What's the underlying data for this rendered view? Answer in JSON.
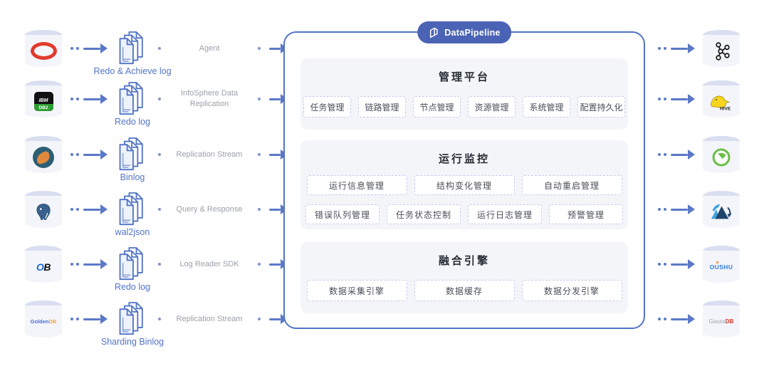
{
  "brand": {
    "name": "DataPipeline"
  },
  "colors": {
    "arrow_blue": "#5b79c7",
    "outline_blue": "#5274c5",
    "pill_blue": "#4a63b4",
    "panel_bg": "#f4f5f9",
    "chip_border": "#c3cbec",
    "doc_label_blue": "#5274c5",
    "channel_gray": "#9aa0ab",
    "cylinder_top": "#d9def0",
    "cylinder_body": "#f4f5fa"
  },
  "sources": [
    {
      "icon": "oracle-icon",
      "log": "Redo & Achieve log",
      "channel": "Agent"
    },
    {
      "icon": "ibm-db2-icon",
      "logo_text": {
        "line1": "IBM",
        "line2": "DB2"
      },
      "log": "Redo log",
      "channel": "InfoSphere Data Replication"
    },
    {
      "icon": "mysql-icon",
      "log": "Binlog",
      "channel": "Replication Stream"
    },
    {
      "icon": "postgresql-icon",
      "log": "wal2json",
      "channel": "Query & Response"
    },
    {
      "icon": "oceanbase-icon",
      "logo_text": {
        "o": "O",
        "b": "B"
      },
      "log": "Redo log",
      "channel": "Log Reader SDK"
    },
    {
      "icon": "goldendb-icon",
      "logo_text": {
        "part1": "Golden",
        "part2": "DB"
      },
      "log": "Sharding Binlog",
      "channel": "Replication Stream"
    }
  ],
  "center": {
    "sections": [
      {
        "title": "管理平台",
        "rows": [
          [
            "任务管理",
            "链路管理",
            "节点管理",
            "资源管理",
            "系统管理",
            "配置持久化"
          ]
        ]
      },
      {
        "title": "运行监控",
        "rows": [
          [
            "运行信息管理",
            "结构变化管理",
            "自动重启管理"
          ],
          [
            "错误队列管理",
            "任务状态控制",
            "运行日志管理",
            "预警管理"
          ]
        ]
      },
      {
        "title": "融合引擎",
        "rows": [
          [
            "数据采集引擎",
            "数据缓存",
            "数据分发引擎"
          ]
        ]
      }
    ]
  },
  "targets": [
    {
      "icon": "kafka-icon"
    },
    {
      "icon": "hive-icon",
      "logo_text": "HIVE"
    },
    {
      "icon": "green-gauge-db-icon"
    },
    {
      "icon": "blue-mountain-db-icon"
    },
    {
      "icon": "oushu-logo",
      "logo_text": "OUSHU"
    },
    {
      "icon": "gaussdb-logo",
      "logo_text": {
        "part1": "Gauss",
        "part2": "DB"
      }
    }
  ]
}
